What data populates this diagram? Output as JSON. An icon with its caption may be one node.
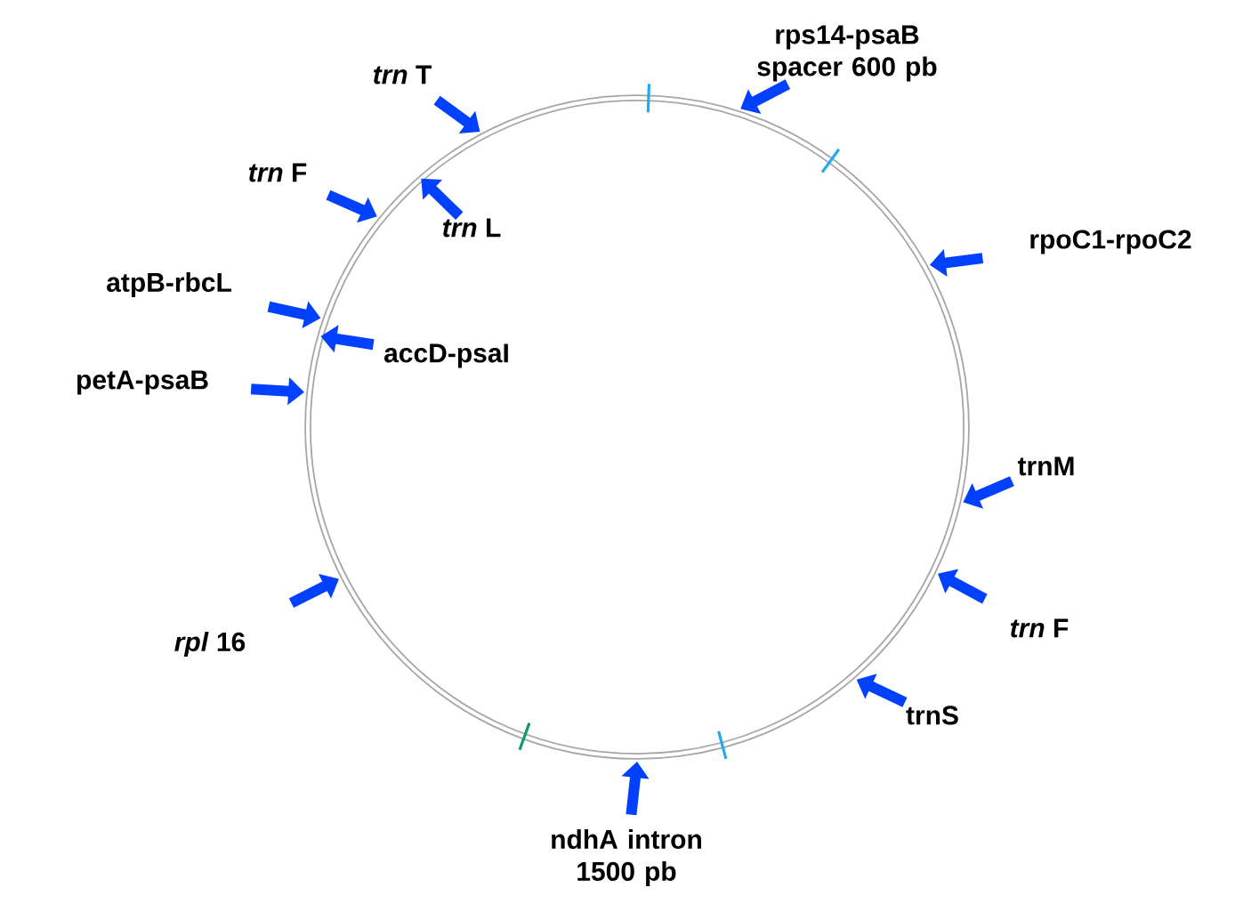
{
  "diagram": {
    "nodes": [
      {
        "text": [],
        "shape": "circle"
      },
      {
        "text": [
          "rps14-psaB spacer 600 pb"
        ]
      },
      {
        "text": [
          "*trn* T"
        ]
      },
      {
        "text": [
          "*trn* F"
        ]
      },
      {
        "text": [
          "*trn* L"
        ],
        "in": 0
      },
      {
        "text": [
          "rpoC1-rpoC2"
        ]
      },
      {
        "text": [
          "atpB-rbcL"
        ]
      },
      {
        "text": [
          "accD-psaI"
        ],
        "in": 0
      },
      {
        "text": [
          "petA-psaB"
        ]
      },
      {
        "text": [
          "trnM"
        ]
      },
      {
        "text": [
          "*rpl* 16"
        ]
      },
      {
        "text": [
          "*trn* F"
        ]
      },
      {
        "text": [
          "trnS"
        ]
      },
      {
        "text": [
          "ndhA intron 1500 pb"
        ]
      }
    ],
    "edges": [
      {
        "from": 1,
        "to": 0,
        "arrow": "to"
      },
      {
        "from": 2,
        "to": 0,
        "arrow": "to"
      },
      {
        "from": 3,
        "to": 0,
        "arrow": "to"
      },
      {
        "from": 4,
        "to": 0,
        "arrow": "to"
      },
      {
        "from": 5,
        "to": 0,
        "arrow": "to"
      },
      {
        "from": 6,
        "to": 0,
        "arrow": "to"
      },
      {
        "from": 7,
        "to": 0,
        "arrow": "to"
      },
      {
        "from": 8,
        "to": 0,
        "arrow": "to"
      },
      {
        "from": 9,
        "to": 0,
        "arrow": "to"
      },
      {
        "from": 10,
        "to": 0,
        "arrow": "to"
      },
      {
        "from": 11,
        "to": 0,
        "arrow": "to"
      },
      {
        "from": 12,
        "to": 0,
        "arrow": "to"
      },
      {
        "from": 13,
        "to": 0,
        "arrow": "to"
      }
    ]
  }
}
